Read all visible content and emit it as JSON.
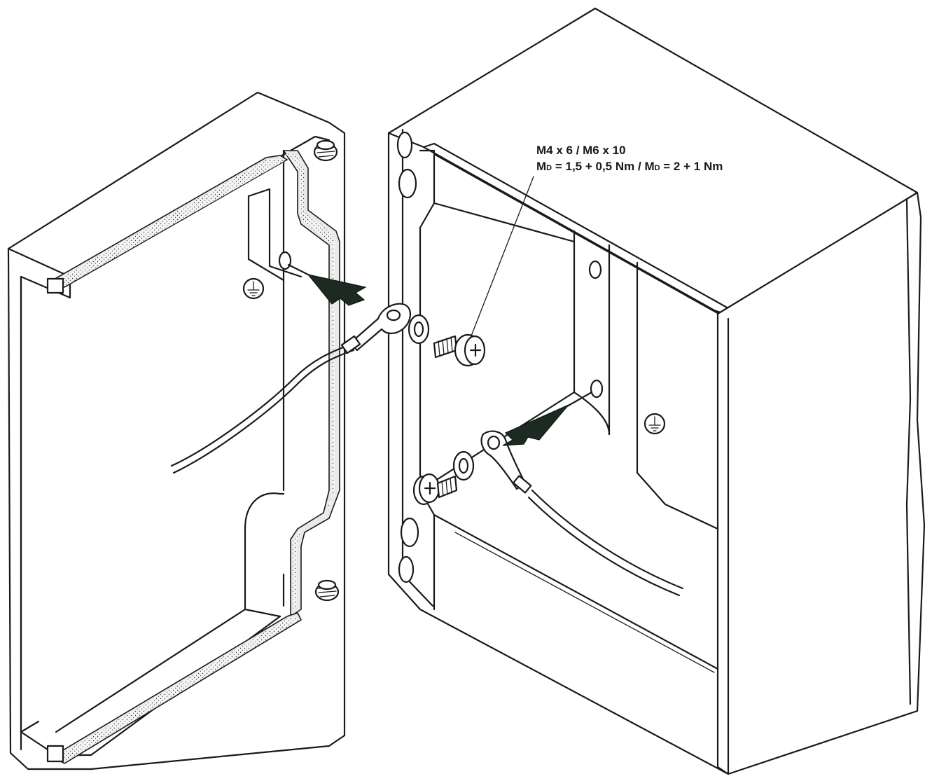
{
  "annotation": {
    "screw_sizes": "M4 x 6 / M6 x 10",
    "torque_prefix_1": "M",
    "torque_sub_1": "D",
    "torque_value_1": " = 1,5 + 0,5 Nm / ",
    "torque_prefix_2": "M",
    "torque_sub_2": "D",
    "torque_value_2": " = 2 + 1 Nm"
  },
  "symbols": {
    "ground_symbol": "protective-earth-icon"
  }
}
